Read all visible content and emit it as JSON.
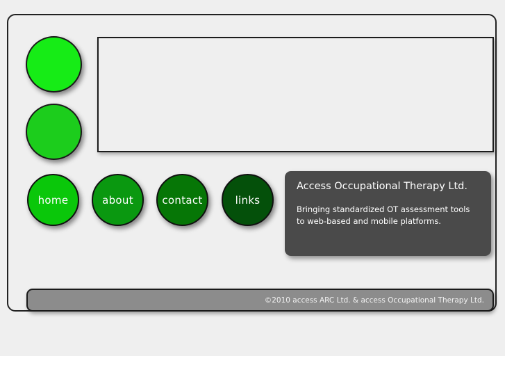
{
  "page": {
    "background_color": "#efefef",
    "frame_border_color": "#222222"
  },
  "logo": {
    "circles": [
      {
        "name": "logo-circle-top",
        "color": "#16ec16"
      },
      {
        "name": "logo-circle-bottom",
        "color": "#1ccd1c"
      }
    ]
  },
  "content_box": {
    "text": "",
    "background_color": "#efefef",
    "border_color": "#1c1c1c"
  },
  "nav": {
    "items": [
      {
        "label": "home",
        "color": "#0ac70a"
      },
      {
        "label": "about",
        "color": "#0a9810"
      },
      {
        "label": "contact",
        "color": "#067606"
      },
      {
        "label": "links",
        "color": "#04500a"
      }
    ]
  },
  "info_panel": {
    "title": "Access Occupational Therapy Ltd.",
    "body": "Bringing standardized OT assessment tools to web-based and mobile platforms.",
    "background_color": "#4a4a4a",
    "text_color": "#ffffff"
  },
  "footer": {
    "copyright": "©2010 access ARC Ltd. & access Occupational Therapy Ltd.",
    "background_color": "#8c8c8c"
  }
}
